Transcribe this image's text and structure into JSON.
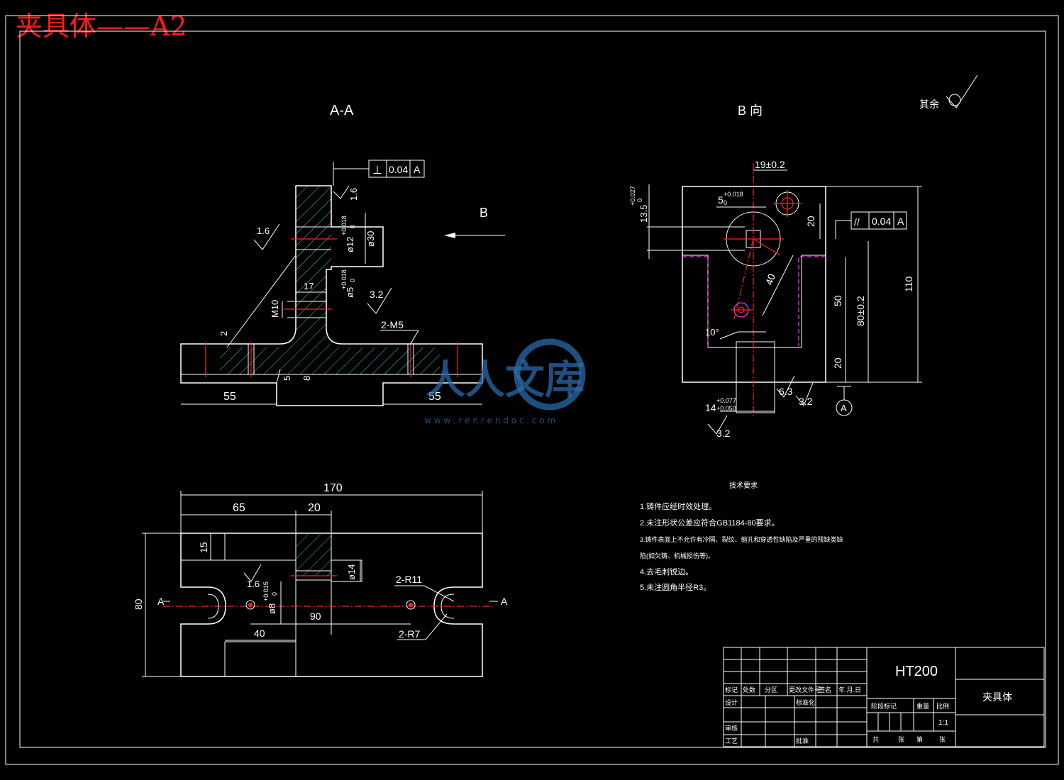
{
  "drawing_title": "夹具体——A2",
  "views": {
    "section_aa_label": "A-A",
    "view_b_label": "B 向",
    "b_arrow_label": "B",
    "section_mark_left": "A",
    "section_mark_right": "A",
    "datum_a_label": "A"
  },
  "roughness": {
    "general_label": "其余",
    "r16_a": "1.6",
    "r16_b": "1.6",
    "r16_c": "1.6",
    "r32_a": "3.2",
    "r32_b": "3.2",
    "r32_c": "3.2",
    "r63": "6.3"
  },
  "tolerance_frames": {
    "perpendicularity": {
      "symbol": "⊥",
      "value": "0.04",
      "datum": "A"
    },
    "parallelism": {
      "symbol": "//",
      "value": "0.04",
      "datum": "A"
    }
  },
  "dims_section": {
    "d12": "ø12",
    "d12_tol": "+0.018",
    "d12_tol_lo": "0",
    "d30": "ø30",
    "d5": "ø5",
    "d5_tol": "+0.018",
    "d5_tol_lo": "0",
    "m10": "M10",
    "d17": "17",
    "d2": "2",
    "m5": "2-M5",
    "d55_left": "55",
    "d55_right": "55",
    "d5_small": "5",
    "d8": "8"
  },
  "dims_view_b": {
    "d19": "19±0.2",
    "d5_018": "5",
    "d5_018_tol": "+0.018",
    "d5_018_tol_lo": "0",
    "d13_5": "13.5",
    "d13_5_tol": "+0.027",
    "d13_5_tol_lo": "0",
    "d20_top": "20",
    "d40": "40",
    "d50": "50",
    "d80": "80±0.2",
    "d110": "110",
    "d20_bottom": "20",
    "angle10": "10°",
    "d14": "14",
    "d14_tol_hi": "+0.077",
    "d14_tol_lo": "+0.050"
  },
  "dims_plan": {
    "d170": "170",
    "d65": "65",
    "d20": "20",
    "d15": "15",
    "d14": "ø14",
    "d8": "ø8",
    "d8_tol": "+0.015",
    "d8_tol_lo": "0",
    "d80": "80",
    "d40": "40",
    "d90": "90",
    "r11": "2-R11",
    "r7": "2-R7"
  },
  "technical_requirements": {
    "heading": "技术要求",
    "items": [
      "1.铸件应经时效处理。",
      "2.未注形状公差应符合GB1184-80要求。",
      "3.铸件表面上不允许有冷隔、裂纹、缩孔和穿透性缺陷及严重的残缺类缺",
      "陷(如欠铸、机械损伤等)。",
      "4.去毛刺锐边。",
      "5.未注圆角半径R3。"
    ]
  },
  "title_block": {
    "material": "HT200",
    "part_name": "夹具体",
    "row_labels": [
      "标记",
      "处数",
      "分区",
      "更改文件号",
      "签名",
      "年.月.日"
    ],
    "design": "设计",
    "standardization": "标准化",
    "review": "审核",
    "process": "工艺",
    "approve": "批准",
    "stage_labels": [
      "阶段标记",
      "重量",
      "比例"
    ],
    "scale": "1:1",
    "sheet_labels": [
      "共",
      "张",
      "第",
      "张"
    ]
  },
  "watermark": {
    "brand": "人人文库",
    "url": "w w w . r e n r e n d o c . c o m"
  }
}
